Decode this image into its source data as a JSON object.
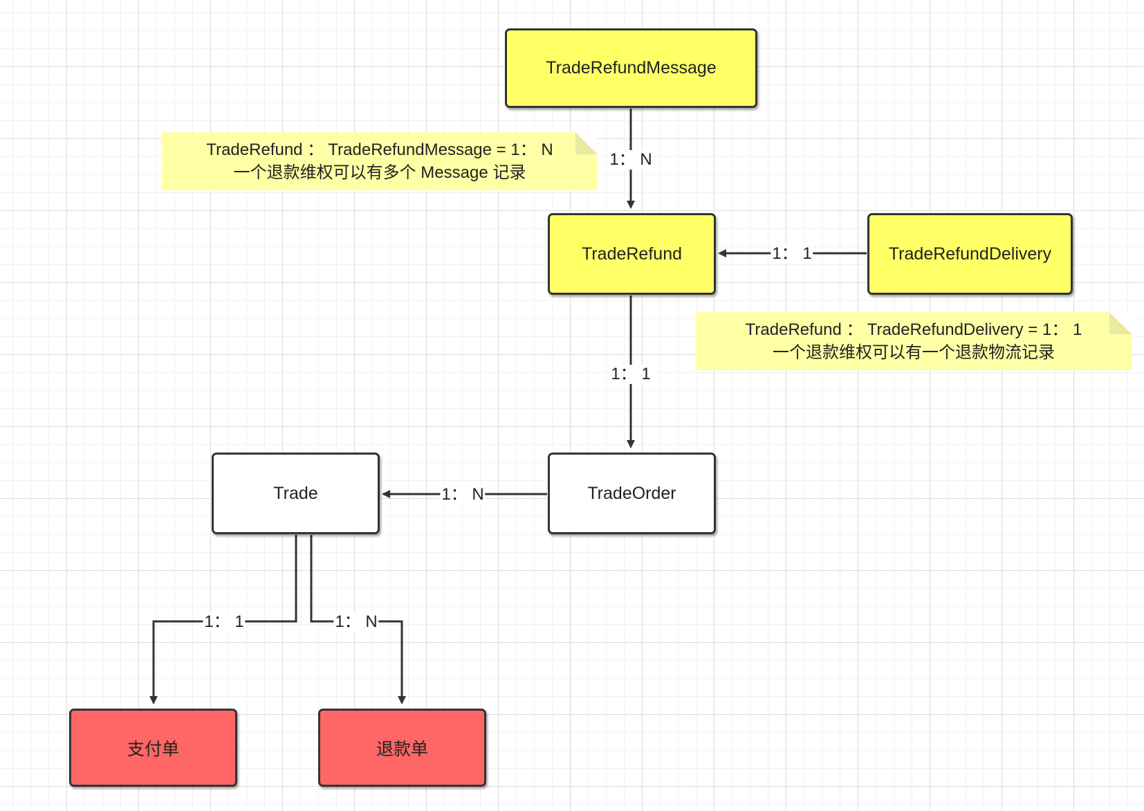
{
  "nodes": {
    "trade_refund_message": "TradeRefundMessage",
    "trade_refund": "TradeRefund",
    "trade_refund_delivery": "TradeRefundDelivery",
    "trade_order": "TradeOrder",
    "trade": "Trade",
    "payment_order": "支付单",
    "refund_order": "退款单"
  },
  "notes": {
    "message_note": {
      "line1": "TradeRefund ： TradeRefundMessage = 1： N",
      "line2": "一个退款维权可以有多个 Message 记录"
    },
    "delivery_note": {
      "line1": "TradeRefund ： TradeRefundDelivery = 1： 1",
      "line2": "一个退款维权可以有一个退款物流记录"
    }
  },
  "edges": {
    "message_to_refund": "1： N",
    "delivery_to_refund": "1： 1",
    "refund_to_order": "1： 1",
    "order_to_trade": "1： N",
    "trade_to_payment": "1： 1",
    "trade_to_refund_order": "1： N"
  },
  "colors": {
    "entity_highlight": "#ffff66",
    "entity_plain": "#ffffff",
    "entity_red": "#ff6666",
    "note_fill": "#ffffa6",
    "line": "#333333"
  }
}
